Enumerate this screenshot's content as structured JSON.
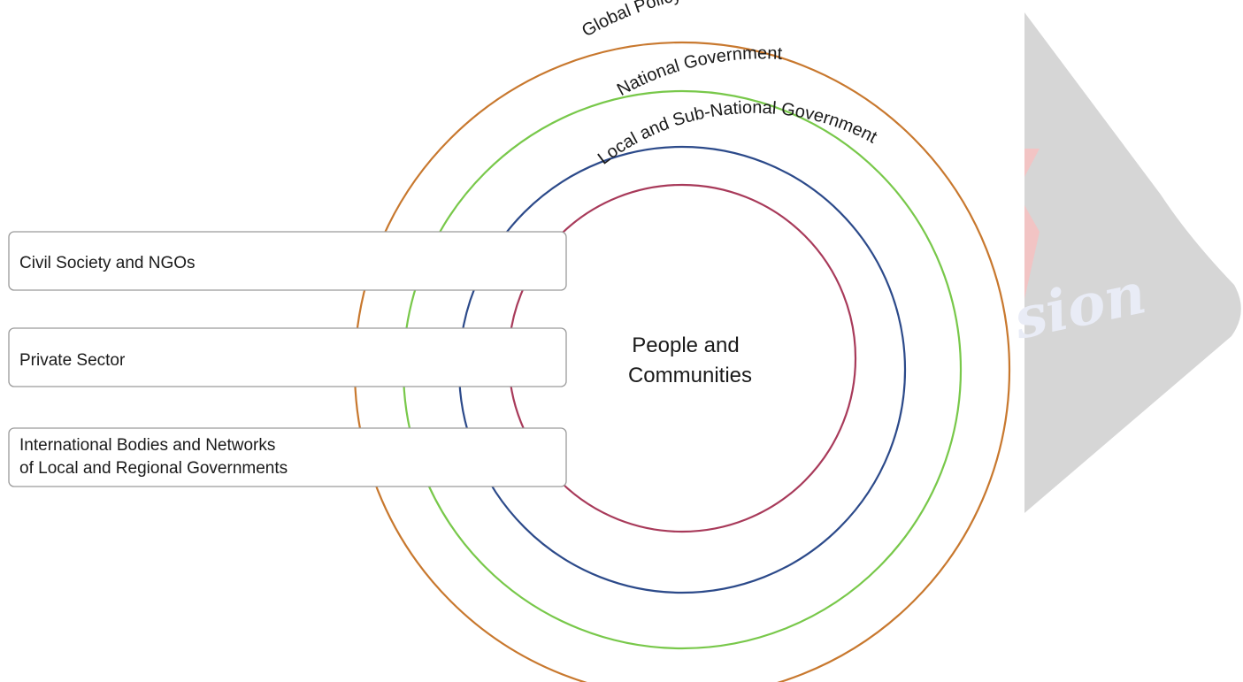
{
  "colors": {
    "global_ring": "#c8782e",
    "national_ring": "#78c84a",
    "local_ring": "#2c4a8a",
    "people_ring": "#a83a5a"
  },
  "rings": {
    "global": "Global Policy-Making",
    "national": "National Government",
    "local": "Local and Sub-National Government"
  },
  "center": {
    "line1": "People and",
    "line2": "Communities"
  },
  "stakeholders": {
    "civil_society": "Civil Society and NGOs",
    "private_sector": "Private Sector",
    "international_line1": "International Bodies and Networks",
    "international_line2": "of Local and Regional Governments"
  },
  "watermark": {
    "text": "sion"
  }
}
